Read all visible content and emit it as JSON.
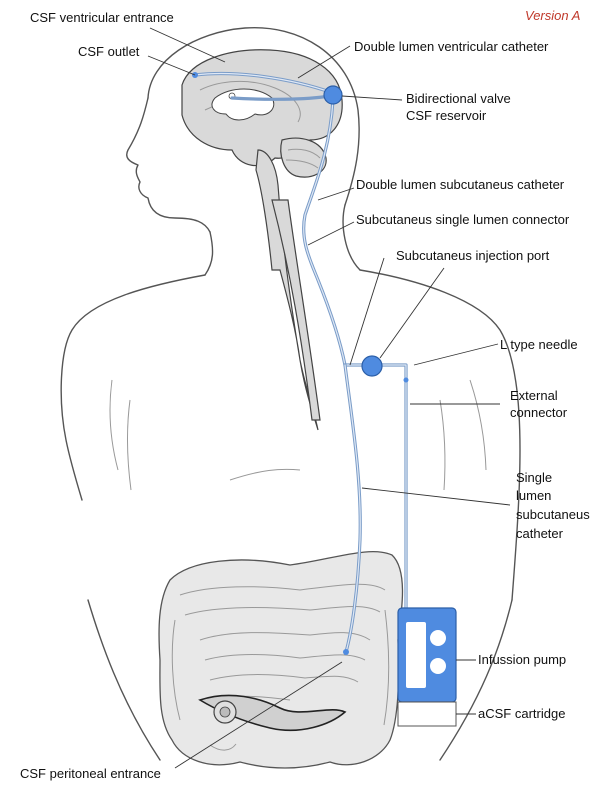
{
  "version": "Version A",
  "labels": {
    "csf_ventricular_entrance": "CSF ventricular entrance",
    "csf_outlet": "CSF outlet",
    "double_lumen_ventricular_catheter": "Double lumen ventricular catheter",
    "bidirectional_valve_line1": "Bidirectional valve",
    "bidirectional_valve_line2": "CSF reservoir",
    "double_lumen_subcutaneus_catheter": "Double lumen subcutaneus catheter",
    "subcutaneus_single_lumen_connector": "Subcutaneus single lumen connector",
    "subcutaneus_injection_port": "Subcutaneus injection port",
    "l_type_needle": "L type needle",
    "external_connector_line1": "External",
    "external_connector_line2": "connector",
    "single_lumen_line1": "Single",
    "single_lumen_line2": "lumen",
    "single_lumen_line3": "subcutaneus",
    "single_lumen_line4": "catheter",
    "infusion_pump": "Infussion pump",
    "acsf_cartridge": "aCSF cartridge",
    "csf_peritoneal_entrance": "CSF peritoneal entrance"
  },
  "colors": {
    "catheter": "#7a9cc8",
    "device_blue": "#4f8be0",
    "version_red": "#c0392b"
  }
}
